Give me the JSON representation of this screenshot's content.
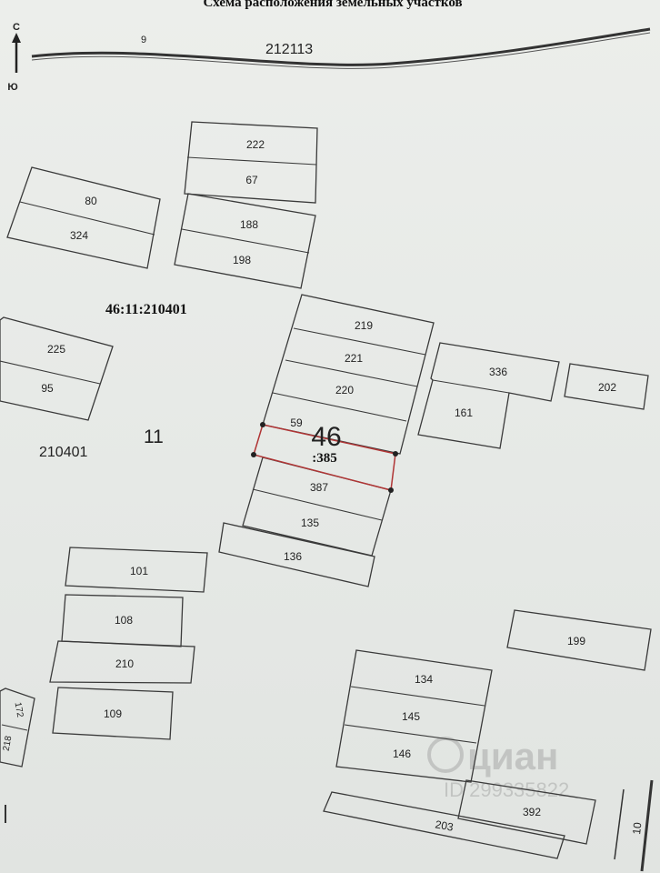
{
  "header": {
    "title": "Схема расположения земельных участков"
  },
  "compass": {
    "north": "С",
    "south": "Ю"
  },
  "road": {
    "top_label": "9",
    "quarter_label": "212113",
    "right_label": "10"
  },
  "quarter": {
    "cadastral_number": "46:11:210401",
    "short_number": "210401",
    "district": "11"
  },
  "highlight": {
    "big": "46",
    "sub": ":385"
  },
  "plots": {
    "p222": "222",
    "p67": "67",
    "p80": "80",
    "p324": "324",
    "p188": "188",
    "p198": "198",
    "p219": "219",
    "p221": "221",
    "p220": "220",
    "p59": "59",
    "p387": "387",
    "p135": "135",
    "p136": "136",
    "p225": "225",
    "p95": "95",
    "p336": "336",
    "p202": "202",
    "p161": "161",
    "p101": "101",
    "p108": "108",
    "p210": "210",
    "p109": "109",
    "p199": "199",
    "p134": "134",
    "p145": "145",
    "p146": "146",
    "p392": "392",
    "p203": "203",
    "p218": "218",
    "p172": "172"
  },
  "watermark": {
    "brand": "циан",
    "id": "ID 299335822"
  },
  "colors": {
    "highlight_outline": "#b03535",
    "ink": "#333333"
  }
}
